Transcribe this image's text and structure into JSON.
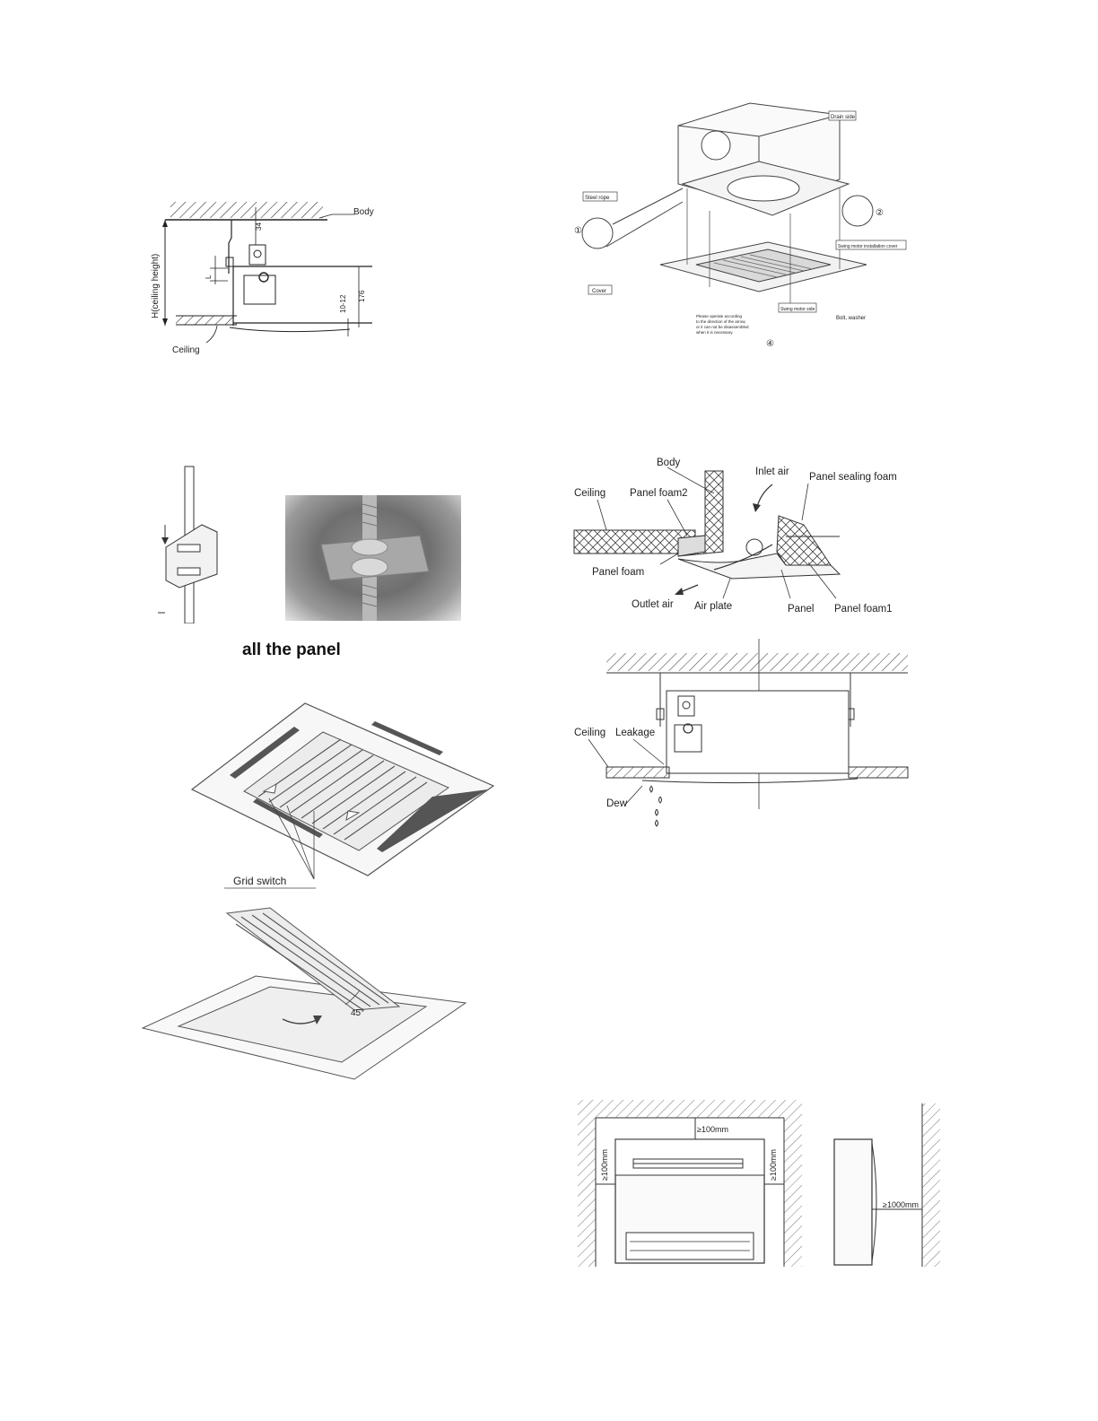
{
  "caption": "all the panel",
  "fig_ceiling_height": {
    "body": "Body",
    "ceiling": "Ceiling",
    "h_label": "H(ceiling height)",
    "dim_34": "34",
    "dim_L": "L",
    "dim_1012": "10-12",
    "dim_176": "176"
  },
  "fig_exploded": {
    "drain_side": "Drain side",
    "steel_rope": "Steel rope",
    "cover": "Cover",
    "swing_motor_cover": "Swing motor installation cover",
    "swing_motor_side": "Swing motor side",
    "bolt_washer": "Bolt, washer",
    "note_line1": "Please operate according",
    "note_line2": "to the direction of the arrow,",
    "note_line3": "or it can not be disassembled",
    "note_line4": "when it is necessary.",
    "marker_1": "①",
    "marker_2": "②",
    "marker_4": "④"
  },
  "fig_section": {
    "body": "Body",
    "inlet_air": "Inlet air",
    "ceiling": "Ceiling",
    "panel_foam2": "Panel foam2",
    "panel_sealing_foam": "Panel sealing foam",
    "panel_foam": "Panel foam",
    "outlet_air": "Outlet air",
    "air_plate": "Air plate",
    "panel": "Panel",
    "panel_foam1": "Panel foam1"
  },
  "fig_leakage": {
    "ceiling": "Ceiling",
    "leakage": "Leakage",
    "dew": "Dew"
  },
  "fig_grid": {
    "grid_switch": "Grid switch"
  },
  "fig_open": {
    "angle": "45°"
  },
  "fig_clearance": {
    "top": "≥100mm",
    "left": "≥100mm",
    "right": "≥100mm",
    "front": "≥1000mm"
  }
}
